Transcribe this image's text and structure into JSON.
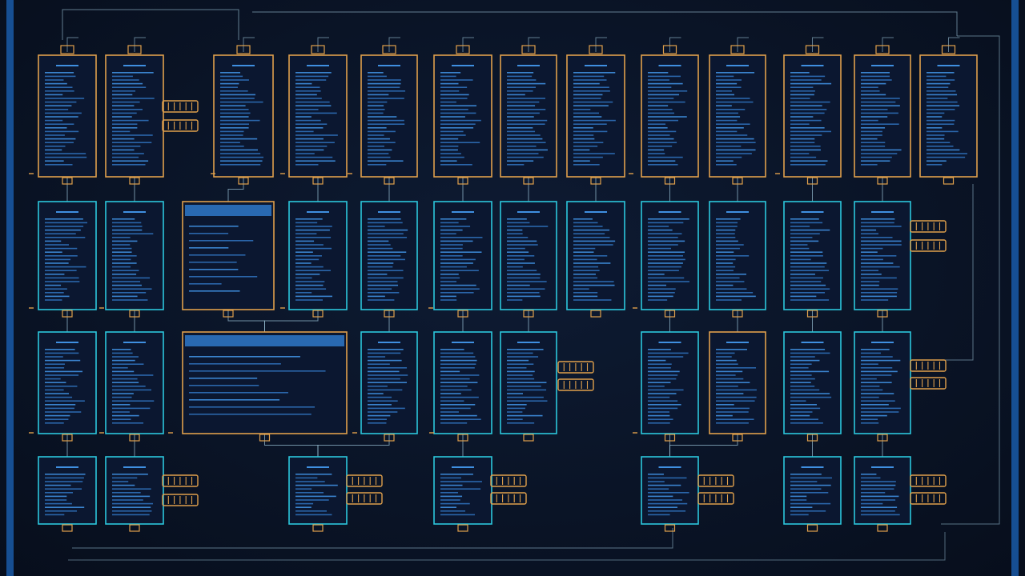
{
  "palette": {
    "background": "#0a1426",
    "panel_fill": "#0b1730",
    "cyan_border": "#2cc7dc",
    "orange_border": "#e0a04c",
    "text_line": "#3f8fe0",
    "text_line_dim": "#2d6fb8",
    "connector": "#9cc4d8",
    "header_bar": "#2f78c8",
    "edge_bar": "#1a5fb0"
  },
  "diagram": {
    "nodes": [
      {
        "id": "r1c1",
        "row": 1,
        "col": 1,
        "border": "orange",
        "kind": "card"
      },
      {
        "id": "r1c2",
        "row": 1,
        "col": 2,
        "border": "orange",
        "kind": "card"
      },
      {
        "id": "r1c3",
        "row": 1,
        "col": 3,
        "border": "orange",
        "kind": "card"
      },
      {
        "id": "r1c4",
        "row": 1,
        "col": 4,
        "border": "orange",
        "kind": "card"
      },
      {
        "id": "r1c5",
        "row": 1,
        "col": 5,
        "border": "orange",
        "kind": "card"
      },
      {
        "id": "r1c6",
        "row": 1,
        "col": 6,
        "border": "orange",
        "kind": "card"
      },
      {
        "id": "r1c7",
        "row": 1,
        "col": 7,
        "border": "orange",
        "kind": "card"
      },
      {
        "id": "r1c8",
        "row": 1,
        "col": 8,
        "border": "orange",
        "kind": "card"
      },
      {
        "id": "r1c9",
        "row": 1,
        "col": 9,
        "border": "orange",
        "kind": "card"
      },
      {
        "id": "r1c10",
        "row": 1,
        "col": 10,
        "border": "orange",
        "kind": "card"
      },
      {
        "id": "r1c11",
        "row": 1,
        "col": 11,
        "border": "orange",
        "kind": "card"
      },
      {
        "id": "r1c12",
        "row": 1,
        "col": 12,
        "border": "orange",
        "kind": "card"
      },
      {
        "id": "r1c13",
        "row": 1,
        "col": 13,
        "border": "orange",
        "kind": "card"
      },
      {
        "id": "r2c1",
        "row": 2,
        "col": 1,
        "border": "cyan",
        "kind": "card"
      },
      {
        "id": "r2c2",
        "row": 2,
        "col": 2,
        "border": "cyan",
        "kind": "card"
      },
      {
        "id": "r2wide",
        "row": 2,
        "col": 3,
        "border": "orange",
        "kind": "header-panel"
      },
      {
        "id": "r2c4",
        "row": 2,
        "col": 4,
        "border": "cyan",
        "kind": "card"
      },
      {
        "id": "r2c5",
        "row": 2,
        "col": 5,
        "border": "cyan",
        "kind": "card"
      },
      {
        "id": "r2c6",
        "row": 2,
        "col": 6,
        "border": "cyan",
        "kind": "card"
      },
      {
        "id": "r2c7",
        "row": 2,
        "col": 7,
        "border": "cyan",
        "kind": "card"
      },
      {
        "id": "r2c8",
        "row": 2,
        "col": 8,
        "border": "cyan",
        "kind": "card"
      },
      {
        "id": "r2c9",
        "row": 2,
        "col": 9,
        "border": "cyan",
        "kind": "card"
      },
      {
        "id": "r2c10",
        "row": 2,
        "col": 10,
        "border": "cyan",
        "kind": "card"
      },
      {
        "id": "r2c11",
        "row": 2,
        "col": 11,
        "border": "cyan",
        "kind": "card"
      },
      {
        "id": "r2c12",
        "row": 2,
        "col": 12,
        "border": "cyan",
        "kind": "card"
      },
      {
        "id": "r3c1",
        "row": 3,
        "col": 1,
        "border": "cyan",
        "kind": "card"
      },
      {
        "id": "r3c2",
        "row": 3,
        "col": 2,
        "border": "cyan",
        "kind": "card"
      },
      {
        "id": "r3wide",
        "row": 3,
        "col": 3,
        "border": "orange",
        "kind": "header-panel-wide"
      },
      {
        "id": "r3c5",
        "row": 3,
        "col": 5,
        "border": "cyan",
        "kind": "card"
      },
      {
        "id": "r3c6",
        "row": 3,
        "col": 6,
        "border": "cyan",
        "kind": "card"
      },
      {
        "id": "r3c7",
        "row": 3,
        "col": 7,
        "border": "cyan",
        "kind": "card"
      },
      {
        "id": "r3c9",
        "row": 3,
        "col": 9,
        "border": "cyan",
        "kind": "card"
      },
      {
        "id": "r3c10",
        "row": 3,
        "col": 10,
        "border": "orange",
        "kind": "card"
      },
      {
        "id": "r3c11",
        "row": 3,
        "col": 11,
        "border": "cyan",
        "kind": "card"
      },
      {
        "id": "r3c12",
        "row": 3,
        "col": 12,
        "border": "cyan",
        "kind": "card"
      },
      {
        "id": "r4c1",
        "row": 4,
        "col": 1,
        "border": "cyan",
        "kind": "card"
      },
      {
        "id": "r4c2",
        "row": 4,
        "col": 2,
        "border": "cyan",
        "kind": "card"
      },
      {
        "id": "r4c4",
        "row": 4,
        "col": 4,
        "border": "cyan",
        "kind": "card"
      },
      {
        "id": "r4c6",
        "row": 4,
        "col": 6,
        "border": "cyan",
        "kind": "card"
      },
      {
        "id": "r4c9",
        "row": 4,
        "col": 9,
        "border": "cyan",
        "kind": "card"
      },
      {
        "id": "r4c11",
        "row": 4,
        "col": 11,
        "border": "cyan",
        "kind": "card"
      },
      {
        "id": "r4c12",
        "row": 4,
        "col": 12,
        "border": "cyan",
        "kind": "card"
      }
    ],
    "edges": [
      {
        "from": "r1c1",
        "to": "r2c1"
      },
      {
        "from": "r1c2",
        "to": "r2c2"
      },
      {
        "from": "r1c3",
        "to": "r2wide"
      },
      {
        "from": "r1c4",
        "to": "r2c4"
      },
      {
        "from": "r1c5",
        "to": "r2c5"
      },
      {
        "from": "r1c6",
        "to": "r2c6"
      },
      {
        "from": "r1c7",
        "to": "r2c7"
      },
      {
        "from": "r1c8",
        "to": "r2c8"
      },
      {
        "from": "r1c9",
        "to": "r2c9"
      },
      {
        "from": "r1c10",
        "to": "r2c10"
      },
      {
        "from": "r1c11",
        "to": "r2c11"
      },
      {
        "from": "r1c12",
        "to": "r2c12"
      },
      {
        "from": "r2c1",
        "to": "r3c1"
      },
      {
        "from": "r2c2",
        "to": "r3c2"
      },
      {
        "from": "r2wide",
        "to": "r3wide"
      },
      {
        "from": "r2c4",
        "to": "r3wide"
      },
      {
        "from": "r2c5",
        "to": "r3c5"
      },
      {
        "from": "r2c6",
        "to": "r3c6"
      },
      {
        "from": "r2c7",
        "to": "r3c7"
      },
      {
        "from": "r2c9",
        "to": "r3c9"
      },
      {
        "from": "r2c10",
        "to": "r3c10"
      },
      {
        "from": "r2c11",
        "to": "r3c11"
      },
      {
        "from": "r2c12",
        "to": "r3c12"
      },
      {
        "from": "r3c1",
        "to": "r4c1"
      },
      {
        "from": "r3c2",
        "to": "r4c2"
      },
      {
        "from": "r3wide",
        "to": "r4c4"
      },
      {
        "from": "r3c5",
        "to": "r4c4"
      },
      {
        "from": "r3c6",
        "to": "r4c6"
      },
      {
        "from": "r3c9",
        "to": "r4c9"
      },
      {
        "from": "r3c10",
        "to": "r4c9"
      },
      {
        "from": "r3c11",
        "to": "r4c11"
      },
      {
        "from": "r3c12",
        "to": "r4c12"
      }
    ]
  }
}
